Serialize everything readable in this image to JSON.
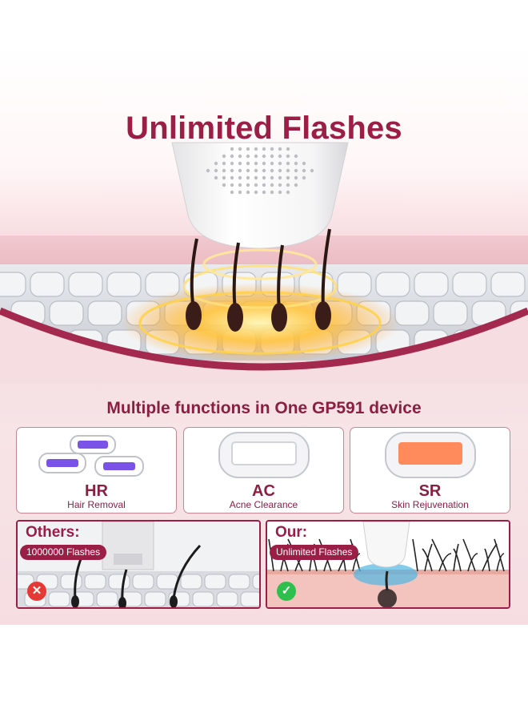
{
  "hero": {
    "title": "Unlimited Flashes"
  },
  "functions": {
    "heading": "Multiple functions in One GP591 device",
    "items": [
      {
        "code": "HR",
        "name": "Hair Removal",
        "lamp_color": "#7b52e8"
      },
      {
        "code": "AC",
        "name": "Acne Clearance",
        "lamp_color": "#ffffff"
      },
      {
        "code": "SR",
        "name": "Skin Rejuvenation",
        "lamp_color": "#ff8a5c"
      }
    ]
  },
  "comparison": {
    "others": {
      "label": "Others:",
      "badge": "1000000 Flashes",
      "mark_icon": "cross-icon",
      "mark_glyph": "✕",
      "mark_color": "#e53935"
    },
    "ours": {
      "label": "Our:",
      "badge": "Unlimited Flashes",
      "mark_icon": "check-icon",
      "mark_glyph": "✓",
      "mark_color": "#2fbf4f"
    }
  },
  "colors": {
    "brand": "#9b1e47",
    "background": "#f6d7dc"
  }
}
